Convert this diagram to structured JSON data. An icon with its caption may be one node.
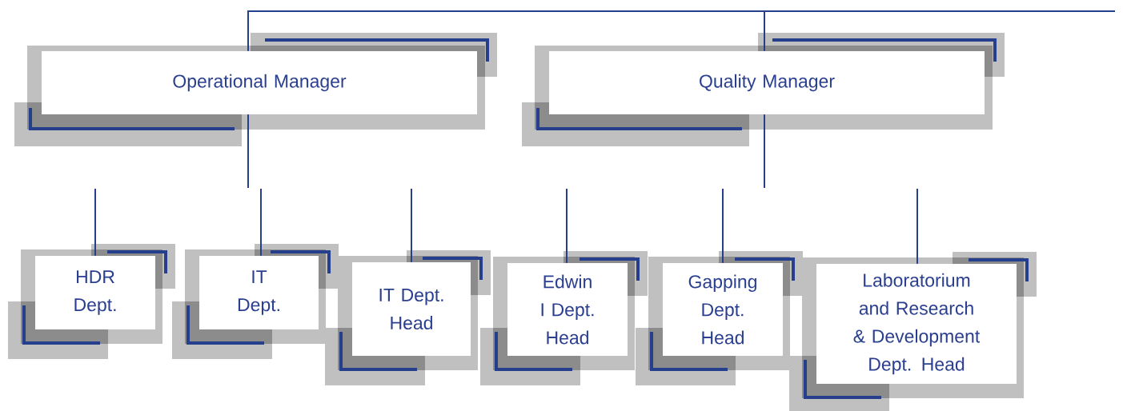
{
  "diagram": {
    "nodes": [
      {
        "text": [
          "Operational Manager"
        ]
      },
      {
        "text": [
          "Quality Manager"
        ]
      },
      {
        "text": [
          "HDR Dept."
        ]
      },
      {
        "text": [
          "IT Dept."
        ]
      },
      {
        "text": [
          "IT Dept. Head"
        ]
      },
      {
        "text": [
          "Edwin I Dept. Head"
        ]
      },
      {
        "text": [
          "Gapping Dept. Head"
        ]
      },
      {
        "text": [
          "Laboratorium and Research & Development Dept. Head"
        ]
      }
    ],
    "edges": [
      {
        "from": null,
        "to": 0,
        "arrow": "none"
      },
      {
        "from": null,
        "to": 1,
        "arrow": "none"
      },
      {
        "from": 0,
        "to": null,
        "arrow": "none"
      },
      {
        "from": 1,
        "to": null,
        "arrow": "none"
      },
      {
        "from": null,
        "to": 2,
        "arrow": "none"
      },
      {
        "from": null,
        "to": 3,
        "arrow": "none"
      },
      {
        "from": null,
        "to": 4,
        "arrow": "none"
      },
      {
        "from": null,
        "to": 5,
        "arrow": "none"
      },
      {
        "from": null,
        "to": 6,
        "arrow": "none"
      },
      {
        "from": null,
        "to": 7,
        "arrow": "none"
      }
    ]
  }
}
